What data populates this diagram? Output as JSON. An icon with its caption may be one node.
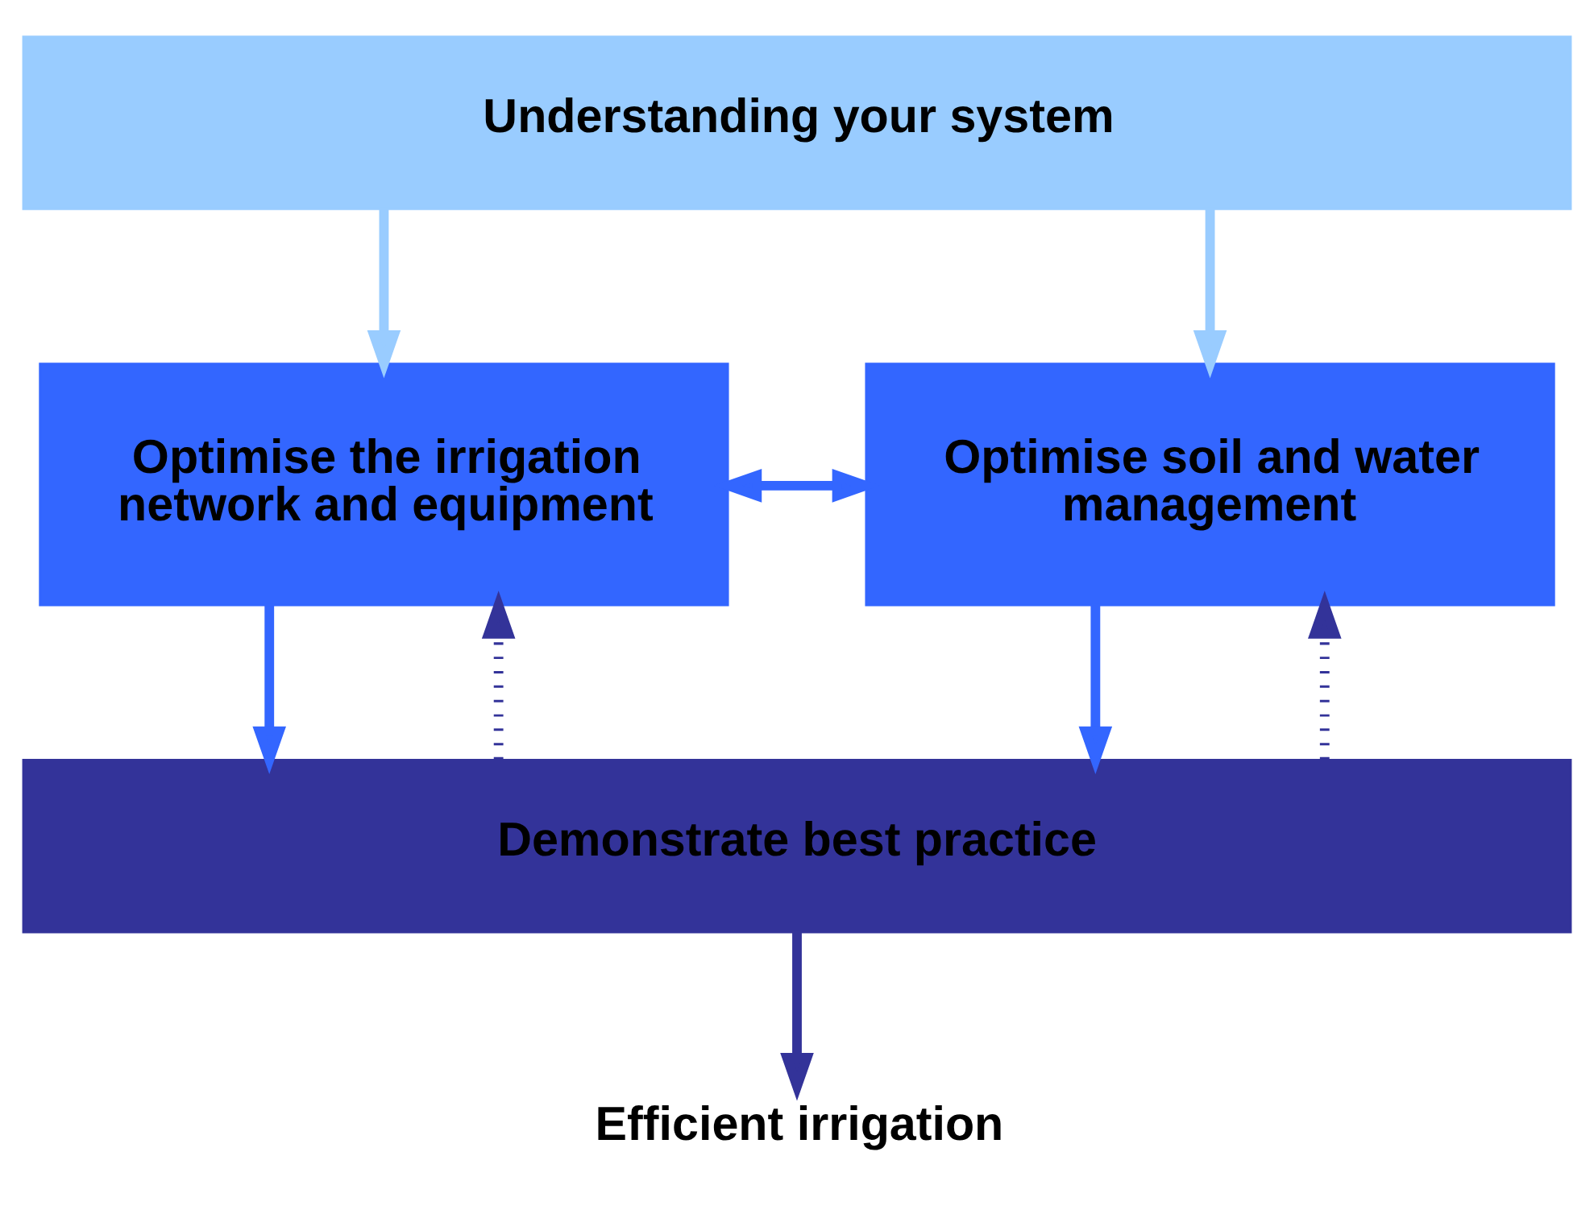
{
  "diagram": {
    "nodes": [
      {
        "text": [
          "Understanding your system"
        ]
      },
      {
        "text": [
          "Optimise the irrigation network and equipment"
        ]
      },
      {
        "text": [
          "Optimise soil and water management"
        ]
      },
      {
        "text": [
          "Demonstrate best practice"
        ]
      },
      {
        "text": [
          "Efficient irrigation"
        ]
      }
    ],
    "edges": [
      {
        "from": 0,
        "to": 1,
        "arrow": "to",
        "color": "#99ccff"
      },
      {
        "from": 0,
        "to": 2,
        "arrow": "to",
        "color": "#99ccff"
      },
      {
        "from": 1,
        "to": 2,
        "arrow": "both",
        "color": "#3366ff"
      },
      {
        "from": 1,
        "to": 3,
        "arrow": "to",
        "color": "#3366ff"
      },
      {
        "from": 2,
        "to": 3,
        "arrow": "to",
        "color": "#3366ff"
      },
      {
        "from": 3,
        "to": 4,
        "arrow": "to",
        "color": "#333399"
      },
      {
        "from": 3,
        "to": 1,
        "arrow": "to",
        "style": "dashed",
        "color": "#333399"
      },
      {
        "from": 3,
        "to": 2,
        "arrow": "to",
        "style": "dashed",
        "color": "#333399"
      }
    ]
  }
}
